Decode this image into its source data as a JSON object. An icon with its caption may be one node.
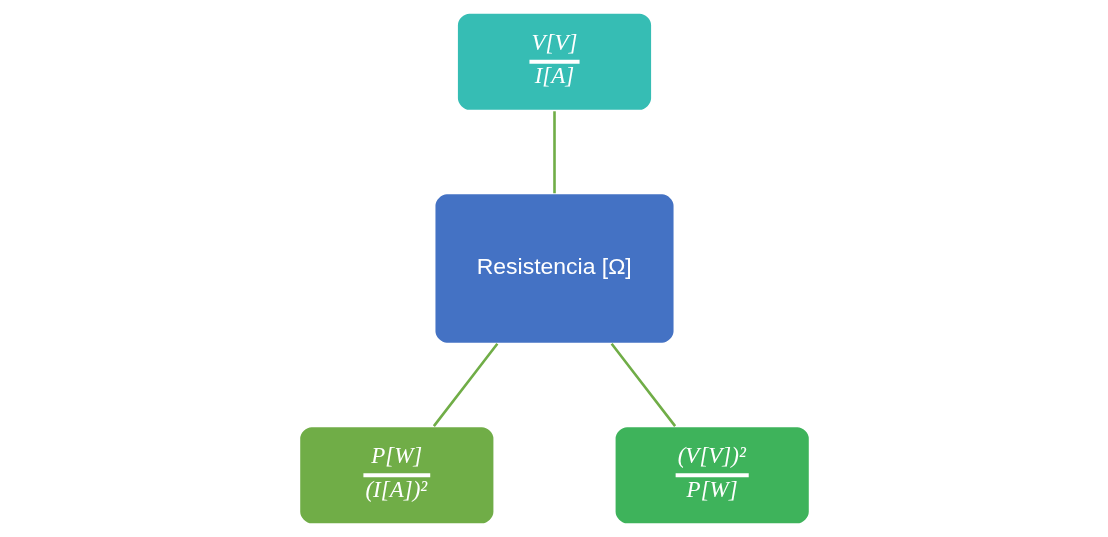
{
  "diagram": {
    "nodes": [
      {
        "text": [
          "V[V]",
          "I[A]"
        ]
      },
      {
        "text": [
          "Resistencia [Ω]"
        ]
      },
      {
        "text": [
          "P[W]",
          "(I[A])²"
        ]
      },
      {
        "text": [
          "(V[V])²",
          "P[W]"
        ]
      }
    ],
    "edges": [
      {
        "from": 0,
        "to": 1,
        "arrow": "none"
      },
      {
        "from": 1,
        "to": 2,
        "arrow": "none"
      },
      {
        "from": 1,
        "to": 3,
        "arrow": "none"
      }
    ]
  }
}
